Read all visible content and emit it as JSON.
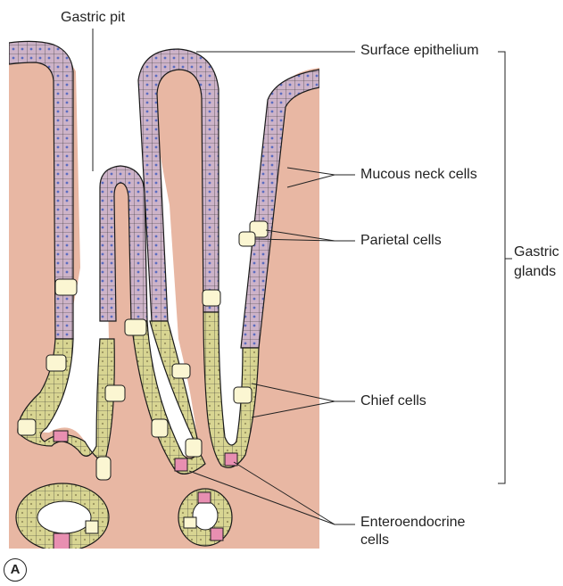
{
  "labels": {
    "gastric_pit": "Gastric pit",
    "surface_epithelium": "Surface epithelium",
    "mucous_neck_cells": "Mucous neck cells",
    "parietal_cells": "Parietal cells",
    "chief_cells": "Chief cells",
    "enteroendocrine_line1": "Enteroendocrine",
    "enteroendocrine_line2": "cells",
    "gastric_line1": "Gastric",
    "gastric_line2": "glands",
    "panel": "A"
  },
  "colors": {
    "lamina_propria": "#e8b7a3",
    "mucous_cell": "#cdb3c8",
    "mucous_nucleus": "#5b6cc0",
    "chief_cell": "#d8d592",
    "chief_nucleus": "#9a9360",
    "parietal_cell": "#fbf6d2",
    "enteroendocrine_cell": "#e88fb1",
    "outline": "#1a1a1a"
  }
}
